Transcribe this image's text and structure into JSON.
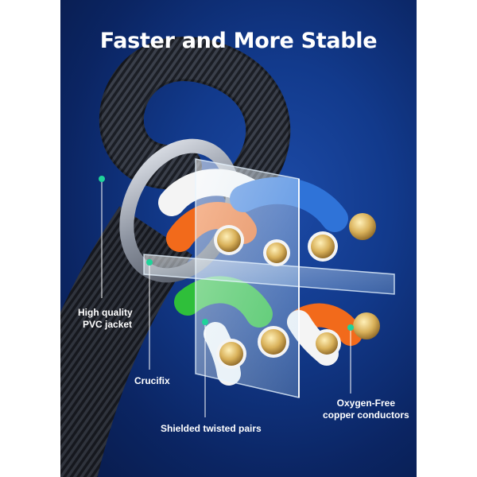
{
  "title": "Faster and More Stable",
  "labels": {
    "jacket": [
      "High quality",
      "PVC jacket"
    ],
    "crucifix": "Crucifix",
    "shielded": "Shielded twisted pairs",
    "copper": [
      "Oxygen-Free",
      "copper conductors"
    ]
  },
  "colors": {
    "background": "#0b2563",
    "accent_marker": "#1fd39a",
    "wire_orange": "#f26a1b",
    "wire_blue": "#2f73d8",
    "wire_green": "#2fbf3a",
    "copper": "#d9b15a"
  },
  "icons": [
    "braided-cable",
    "transparent-crucifix-separator",
    "copper-conductor-strands"
  ]
}
